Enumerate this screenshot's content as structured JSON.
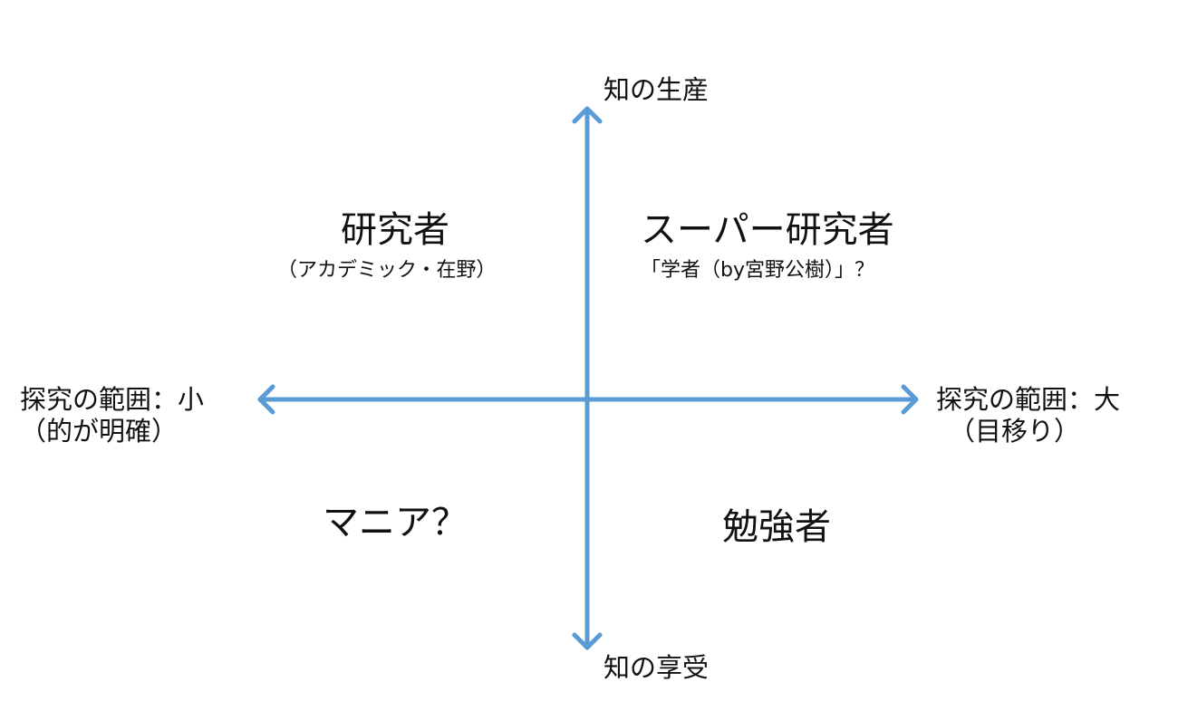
{
  "colors": {
    "axis": "#5b9bd5",
    "text": "#111111",
    "background": "#ffffff"
  },
  "axes": {
    "vertical": {
      "top_label": "知の生産",
      "bottom_label": "知の享受"
    },
    "horizontal": {
      "left_label_line1": "探究の範囲：小",
      "left_label_line2": "（的が明確）",
      "right_label_line1": "探究の範囲：大",
      "right_label_line2": "（目移り）"
    }
  },
  "quadrants": {
    "top_left": {
      "title": "研究者",
      "subtitle": "（アカデミック・在野）"
    },
    "top_right": {
      "title": "スーパー研究者",
      "subtitle": "「学者（by宮野公樹）」？"
    },
    "bottom_left": {
      "title": "マニア？"
    },
    "bottom_right": {
      "title": "勉強者"
    }
  }
}
